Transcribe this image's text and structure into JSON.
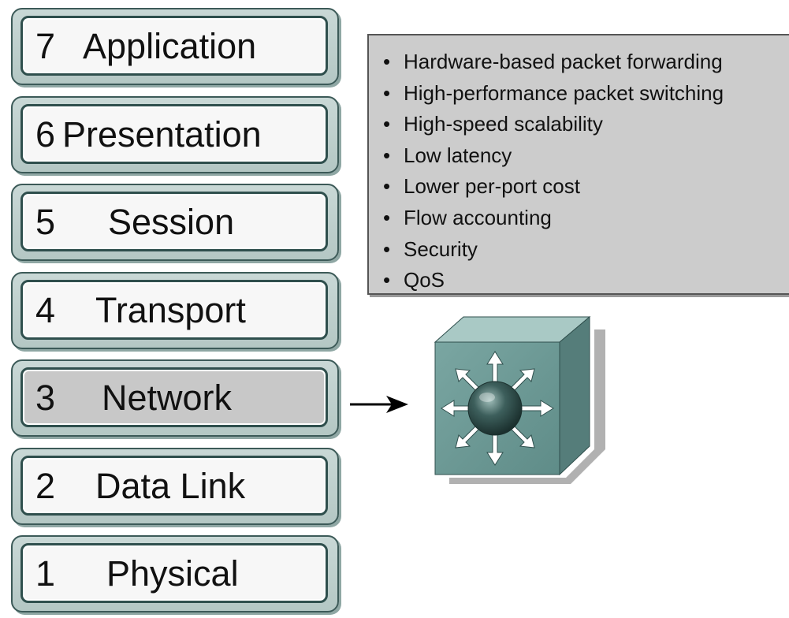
{
  "layers": [
    {
      "number": "7",
      "name": "Application"
    },
    {
      "number": "6",
      "name": "Presentation"
    },
    {
      "number": "5",
      "name": "Session"
    },
    {
      "number": "4",
      "name": "Transport"
    },
    {
      "number": "3",
      "name": "Network",
      "highlighted": true
    },
    {
      "number": "2",
      "name": "Data Link"
    },
    {
      "number": "1",
      "name": "Physical"
    }
  ],
  "features": {
    "bullet": "•",
    "items": [
      "Hardware-based packet forwarding",
      "High-performance packet switching",
      "High-speed scalability",
      "Low latency",
      "Lower per-port cost",
      "Flow accounting",
      "Security",
      "QoS"
    ]
  },
  "colors": {
    "layer_frame": "#2f4f4d",
    "layer_fill": "#f7f7f7",
    "layer_highlight_fill": "#c8c8c8",
    "features_fill": "#cccccc",
    "cube_front": "#6f9a96",
    "cube_top": "#9fc1bd",
    "cube_side": "#4f7774"
  },
  "icons": {
    "arrow": "right-arrow-icon",
    "device": "layer3-switch-icon"
  }
}
